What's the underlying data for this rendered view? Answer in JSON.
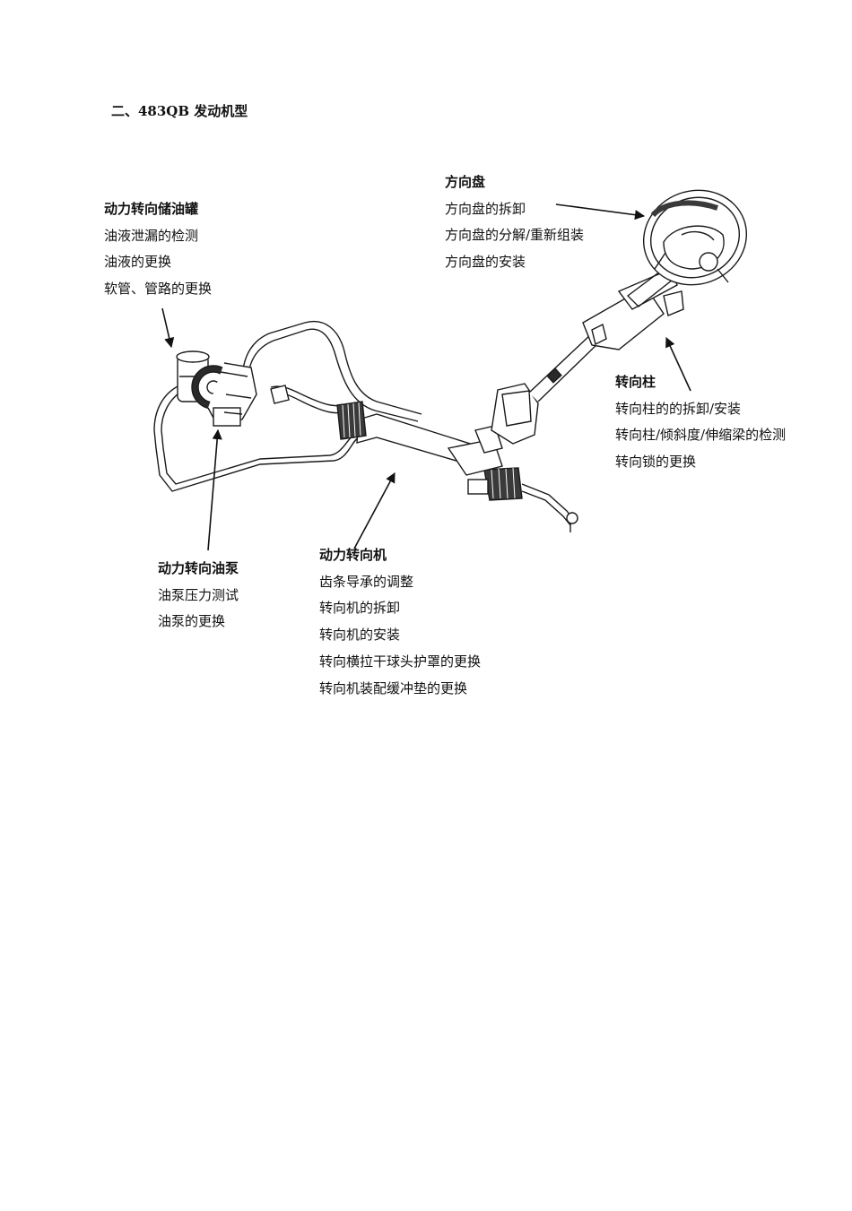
{
  "section_title": "二、483QB 发动机型",
  "groups": {
    "steering_wheel": {
      "title": "方向盘",
      "items": [
        "方向盘的拆卸",
        "方向盘的分解/重新组装",
        "方向盘的安装"
      ]
    },
    "reservoir": {
      "title": "动力转向储油罐",
      "items": [
        "油液泄漏的检测",
        "油液的更换",
        "软管、管路的更换"
      ]
    },
    "column": {
      "title": "转向柱",
      "items": [
        "转向柱的的拆卸/安装",
        "转向柱/倾斜度/伸缩梁的检测",
        "转向锁的更换"
      ]
    },
    "pump": {
      "title": "动力转向油泵",
      "items": [
        "油泵压力测试",
        "油泵的更换"
      ]
    },
    "gear": {
      "title": "动力转向机",
      "items": [
        "齿条导承的调整",
        "转向机的拆卸",
        "转向机的安装",
        "转向横拉干球头护罩的更换",
        "转向机装配缓冲垫的更换"
      ]
    }
  },
  "colors": {
    "line": "#1a1a1a",
    "fill_dark": "#2a2a2a"
  }
}
